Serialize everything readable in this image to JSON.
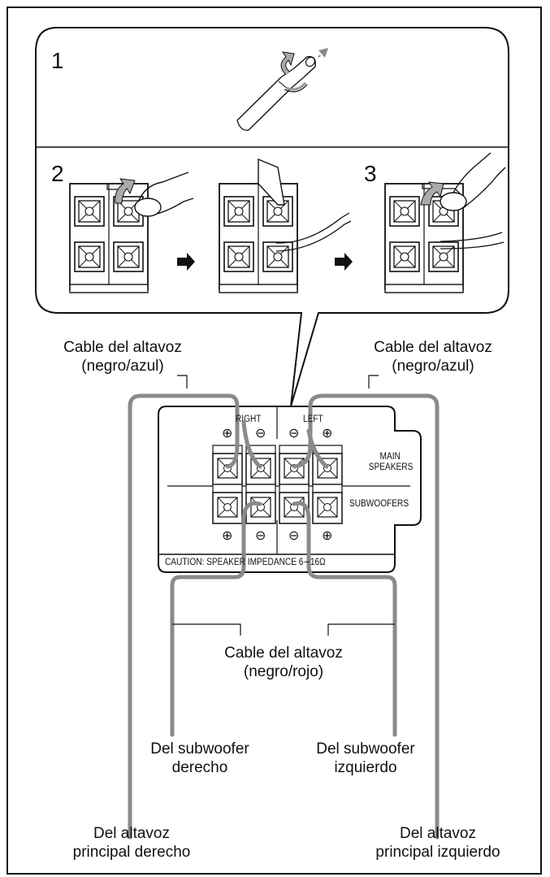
{
  "steps": {
    "step1": "1",
    "step2": "2",
    "step3": "3"
  },
  "panel": {
    "right_label": "RIGHT",
    "left_label": "LEFT",
    "main_speakers_line1": "MAIN",
    "main_speakers_line2": "SPEAKERS",
    "subwoofers": "SUBWOOFERS",
    "caution": "CAUTION: SPEAKER IMPEDANCE 6∼16Ω",
    "top_symbols": [
      "⊕",
      "⊖",
      "⊖",
      "⊕"
    ],
    "bottom_symbols": [
      "⊕",
      "⊖",
      "⊖",
      "⊕"
    ]
  },
  "labels": {
    "cable_left_line1": "Cable del altavoz",
    "cable_left_line2": "(negro/azul)",
    "cable_right_line1": "Cable del altavoz",
    "cable_right_line2": "(negro/azul)",
    "cable_center_line1": "Cable del altavoz",
    "cable_center_line2": "(negro/rojo)",
    "sub_right_line1": "Del subwoofer",
    "sub_right_line2": "derecho",
    "sub_left_line1": "Del subwoofer",
    "sub_left_line2": "izquierdo",
    "main_right_line1": "Del altavoz",
    "main_right_line2": "principal derecho",
    "main_left_line1": "Del altavoz",
    "main_left_line2": "principal izquierdo"
  },
  "colors": {
    "cable": "#8a8a8a",
    "ink": "#111111"
  }
}
